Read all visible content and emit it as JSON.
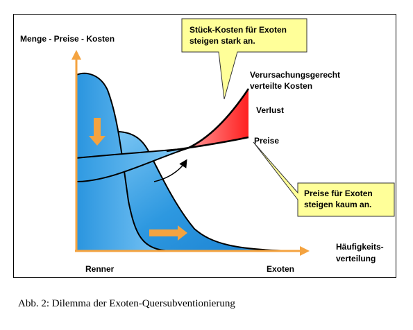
{
  "diagram": {
    "y_axis_label": "Menge - Preise - Kosten",
    "x_axis_label_line1": "Häufigkeits-",
    "x_axis_label_line2": "verteilung",
    "x_left_label": "Renner",
    "x_right_label": "Exoten",
    "cost_curve_label_line1": "Verursachungsgerecht",
    "cost_curve_label_line2": "verteilte Kosten",
    "loss_label": "Verlust",
    "price_label": "Preise",
    "callout_costs_line1": "Stück-Kosten für Exoten",
    "callout_costs_line2": "steigen stark an.",
    "callout_prices_line1": "Preise für Exoten",
    "callout_prices_line2": "steigen kaum an."
  },
  "caption": "Abb. 2: Dilemma der Exoten-Quersubventionierung",
  "colors": {
    "axis": "#f4a340",
    "curve_blue": "#2e9be0",
    "loss_red": "#ff4040",
    "callout_fill": "#ffff99"
  }
}
